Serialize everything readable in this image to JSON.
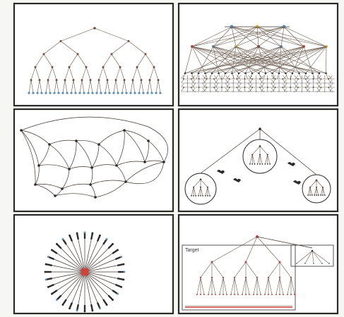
{
  "panels": [
    {
      "id": "tree",
      "label": ""
    },
    {
      "id": "layered-network",
      "label": ""
    },
    {
      "id": "mesh-network",
      "label": ""
    },
    {
      "id": "tree-of-clusters",
      "label": ""
    },
    {
      "id": "star-network",
      "label": ""
    },
    {
      "id": "nested-tree",
      "label": "Target"
    }
  ],
  "colors": {
    "frame": "#2a2a2a",
    "edge": "#6b5a4c",
    "leaf_blue": "#5b8fb8",
    "red": "#d2413a",
    "dark": "#2c2a2a"
  }
}
